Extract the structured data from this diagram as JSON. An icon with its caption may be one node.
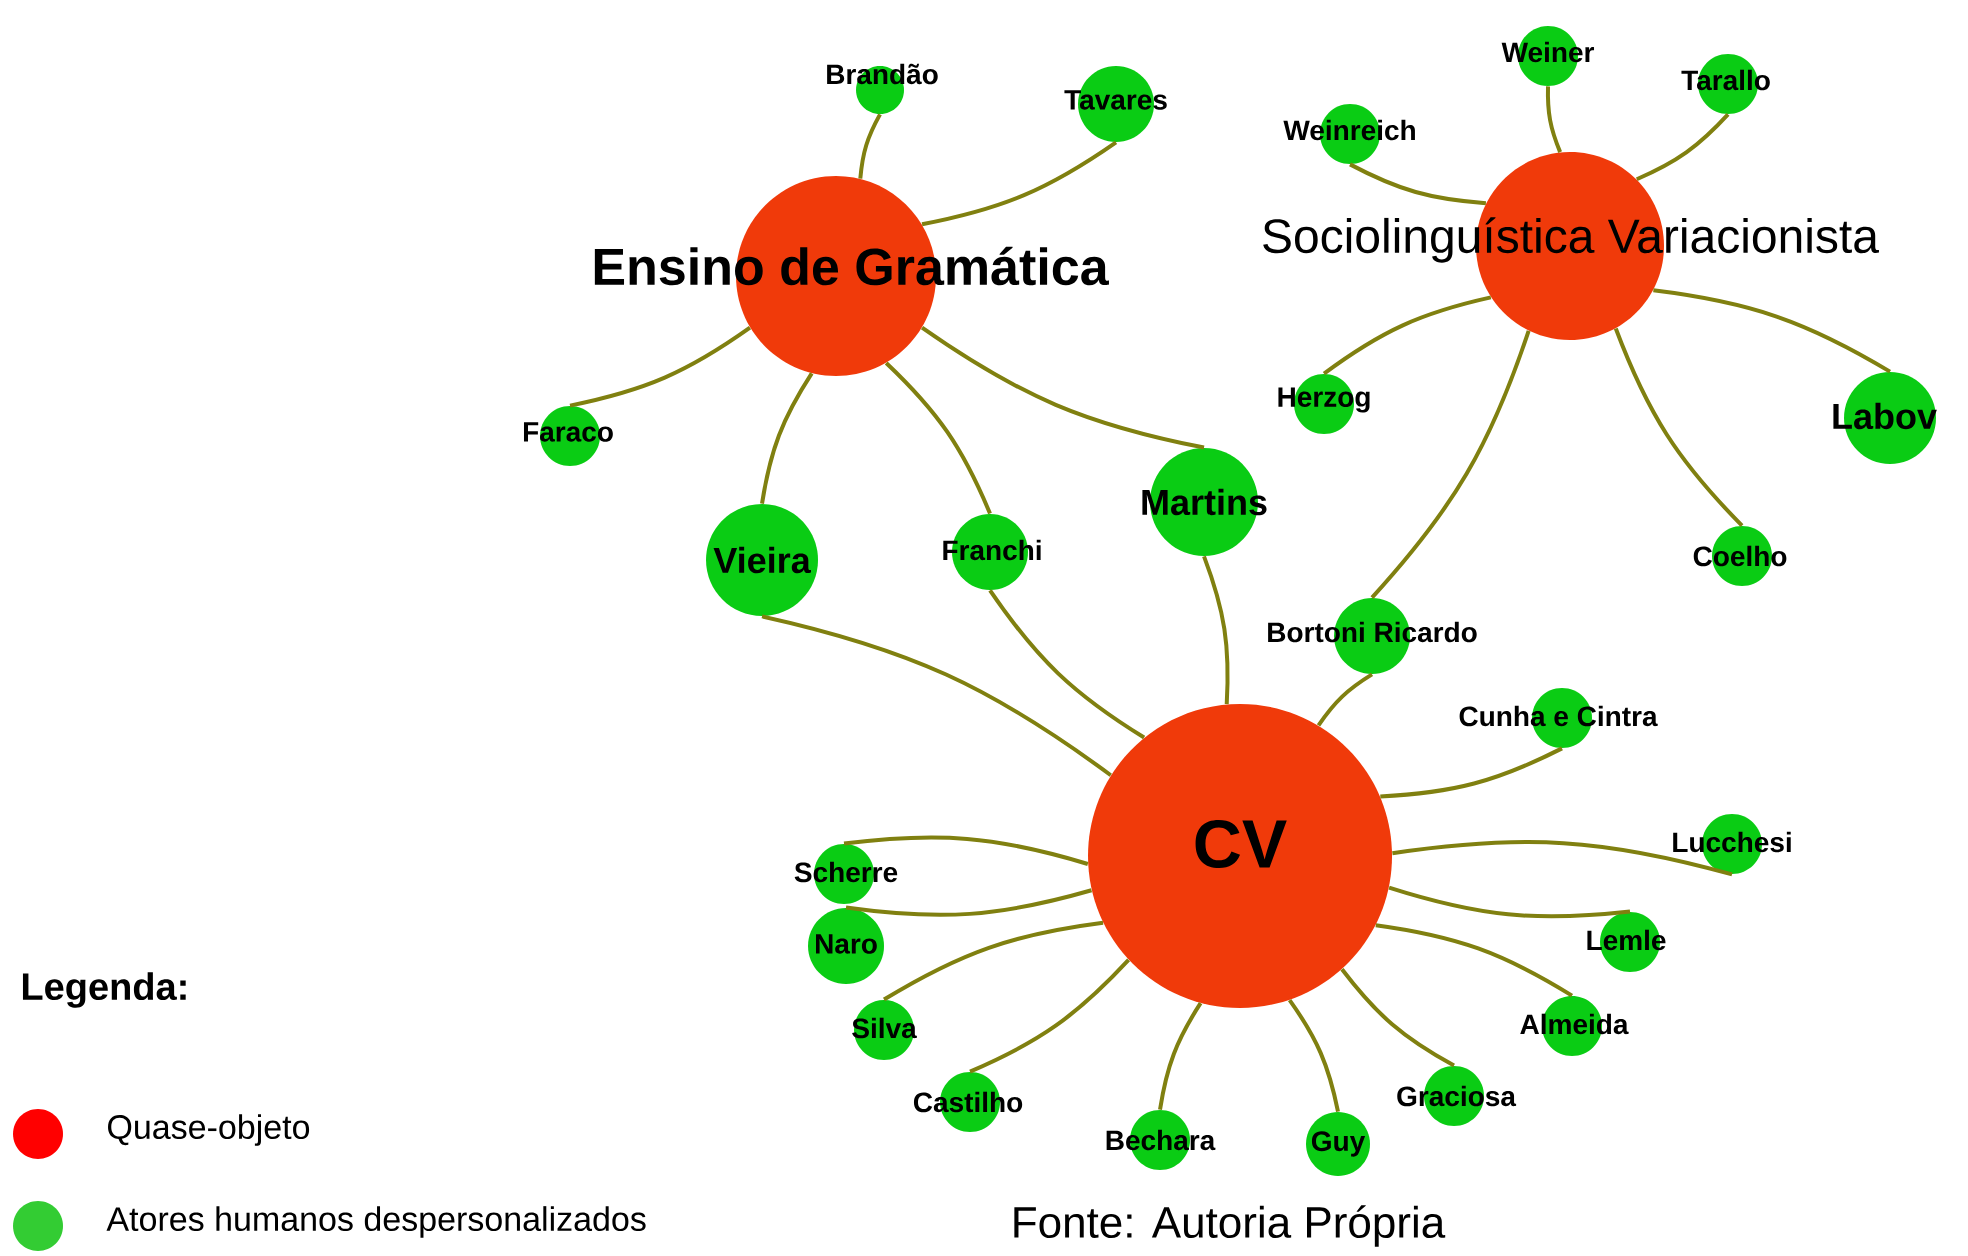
{
  "diagram": {
    "caption": "Fonte: Autoria Própria",
    "nodes": [
      {
        "text": [
          "Ensino de Gramática"
        ]
      },
      {
        "text": [
          "Sociolinguística Variacionista"
        ]
      },
      {
        "text": [
          "CV"
        ]
      },
      {
        "text": [
          "Brandão"
        ]
      },
      {
        "text": [
          "Tavares"
        ]
      },
      {
        "text": [
          "Faraco"
        ]
      },
      {
        "text": [
          "Vieira"
        ]
      },
      {
        "text": [
          "Franchi"
        ]
      },
      {
        "text": [
          "Martins"
        ]
      },
      {
        "text": [
          "Weiner"
        ]
      },
      {
        "text": [
          "Tarallo"
        ]
      },
      {
        "text": [
          "Weinreich"
        ]
      },
      {
        "text": [
          "Herzog"
        ]
      },
      {
        "text": [
          "Labov"
        ]
      },
      {
        "text": [
          "Coelho"
        ]
      },
      {
        "text": [
          "Bortoni Ricardo"
        ]
      },
      {
        "text": [
          "Cunha e Cintra"
        ]
      },
      {
        "text": [
          "Lucchesi"
        ]
      },
      {
        "text": [
          "Lemle"
        ]
      },
      {
        "text": [
          "Almeida"
        ]
      },
      {
        "text": [
          "Graciosa"
        ]
      },
      {
        "text": [
          "Guy"
        ]
      },
      {
        "text": [
          "Bechara"
        ]
      },
      {
        "text": [
          "Castilho"
        ]
      },
      {
        "text": [
          "Silva"
        ]
      },
      {
        "text": [
          "Naro"
        ]
      },
      {
        "text": [
          "Scherre"
        ]
      }
    ],
    "edges": [
      {
        "from": 0,
        "to": 3,
        "arrow": "none"
      },
      {
        "from": 0,
        "to": 4,
        "arrow": "none"
      },
      {
        "from": 0,
        "to": 5,
        "arrow": "none"
      },
      {
        "from": 0,
        "to": 6,
        "arrow": "none"
      },
      {
        "from": 0,
        "to": 7,
        "arrow": "none"
      },
      {
        "from": 0,
        "to": 8,
        "arrow": "none"
      },
      {
        "from": 1,
        "to": 9,
        "arrow": "none"
      },
      {
        "from": 1,
        "to": 10,
        "arrow": "none"
      },
      {
        "from": 1,
        "to": 11,
        "arrow": "none"
      },
      {
        "from": 1,
        "to": 12,
        "arrow": "none"
      },
      {
        "from": 1,
        "to": 13,
        "arrow": "none"
      },
      {
        "from": 1,
        "to": 14,
        "arrow": "none"
      },
      {
        "from": 1,
        "to": 15,
        "arrow": "none"
      },
      {
        "from": 2,
        "to": 6,
        "arrow": "none"
      },
      {
        "from": 2,
        "to": 7,
        "arrow": "none"
      },
      {
        "from": 2,
        "to": 8,
        "arrow": "none"
      },
      {
        "from": 2,
        "to": 15,
        "arrow": "none"
      },
      {
        "from": 2,
        "to": 16,
        "arrow": "none"
      },
      {
        "from": 2,
        "to": 17,
        "arrow": "none"
      },
      {
        "from": 2,
        "to": 18,
        "arrow": "none"
      },
      {
        "from": 2,
        "to": 19,
        "arrow": "none"
      },
      {
        "from": 2,
        "to": 20,
        "arrow": "none"
      },
      {
        "from": 2,
        "to": 21,
        "arrow": "none"
      },
      {
        "from": 2,
        "to": 22,
        "arrow": "none"
      },
      {
        "from": 2,
        "to": 23,
        "arrow": "none"
      },
      {
        "from": 2,
        "to": 24,
        "arrow": "none"
      },
      {
        "from": 2,
        "to": 25,
        "arrow": "none"
      },
      {
        "from": 2,
        "to": 26,
        "arrow": "none"
      }
    ],
    "labels": [
      "Legenda:"
    ],
    "legend": [
      {
        "text": "Quase-objeto",
        "color": "#ff0000"
      },
      {
        "text": "Atores humanos despersonalizados",
        "color": "#33cc33"
      }
    ]
  }
}
